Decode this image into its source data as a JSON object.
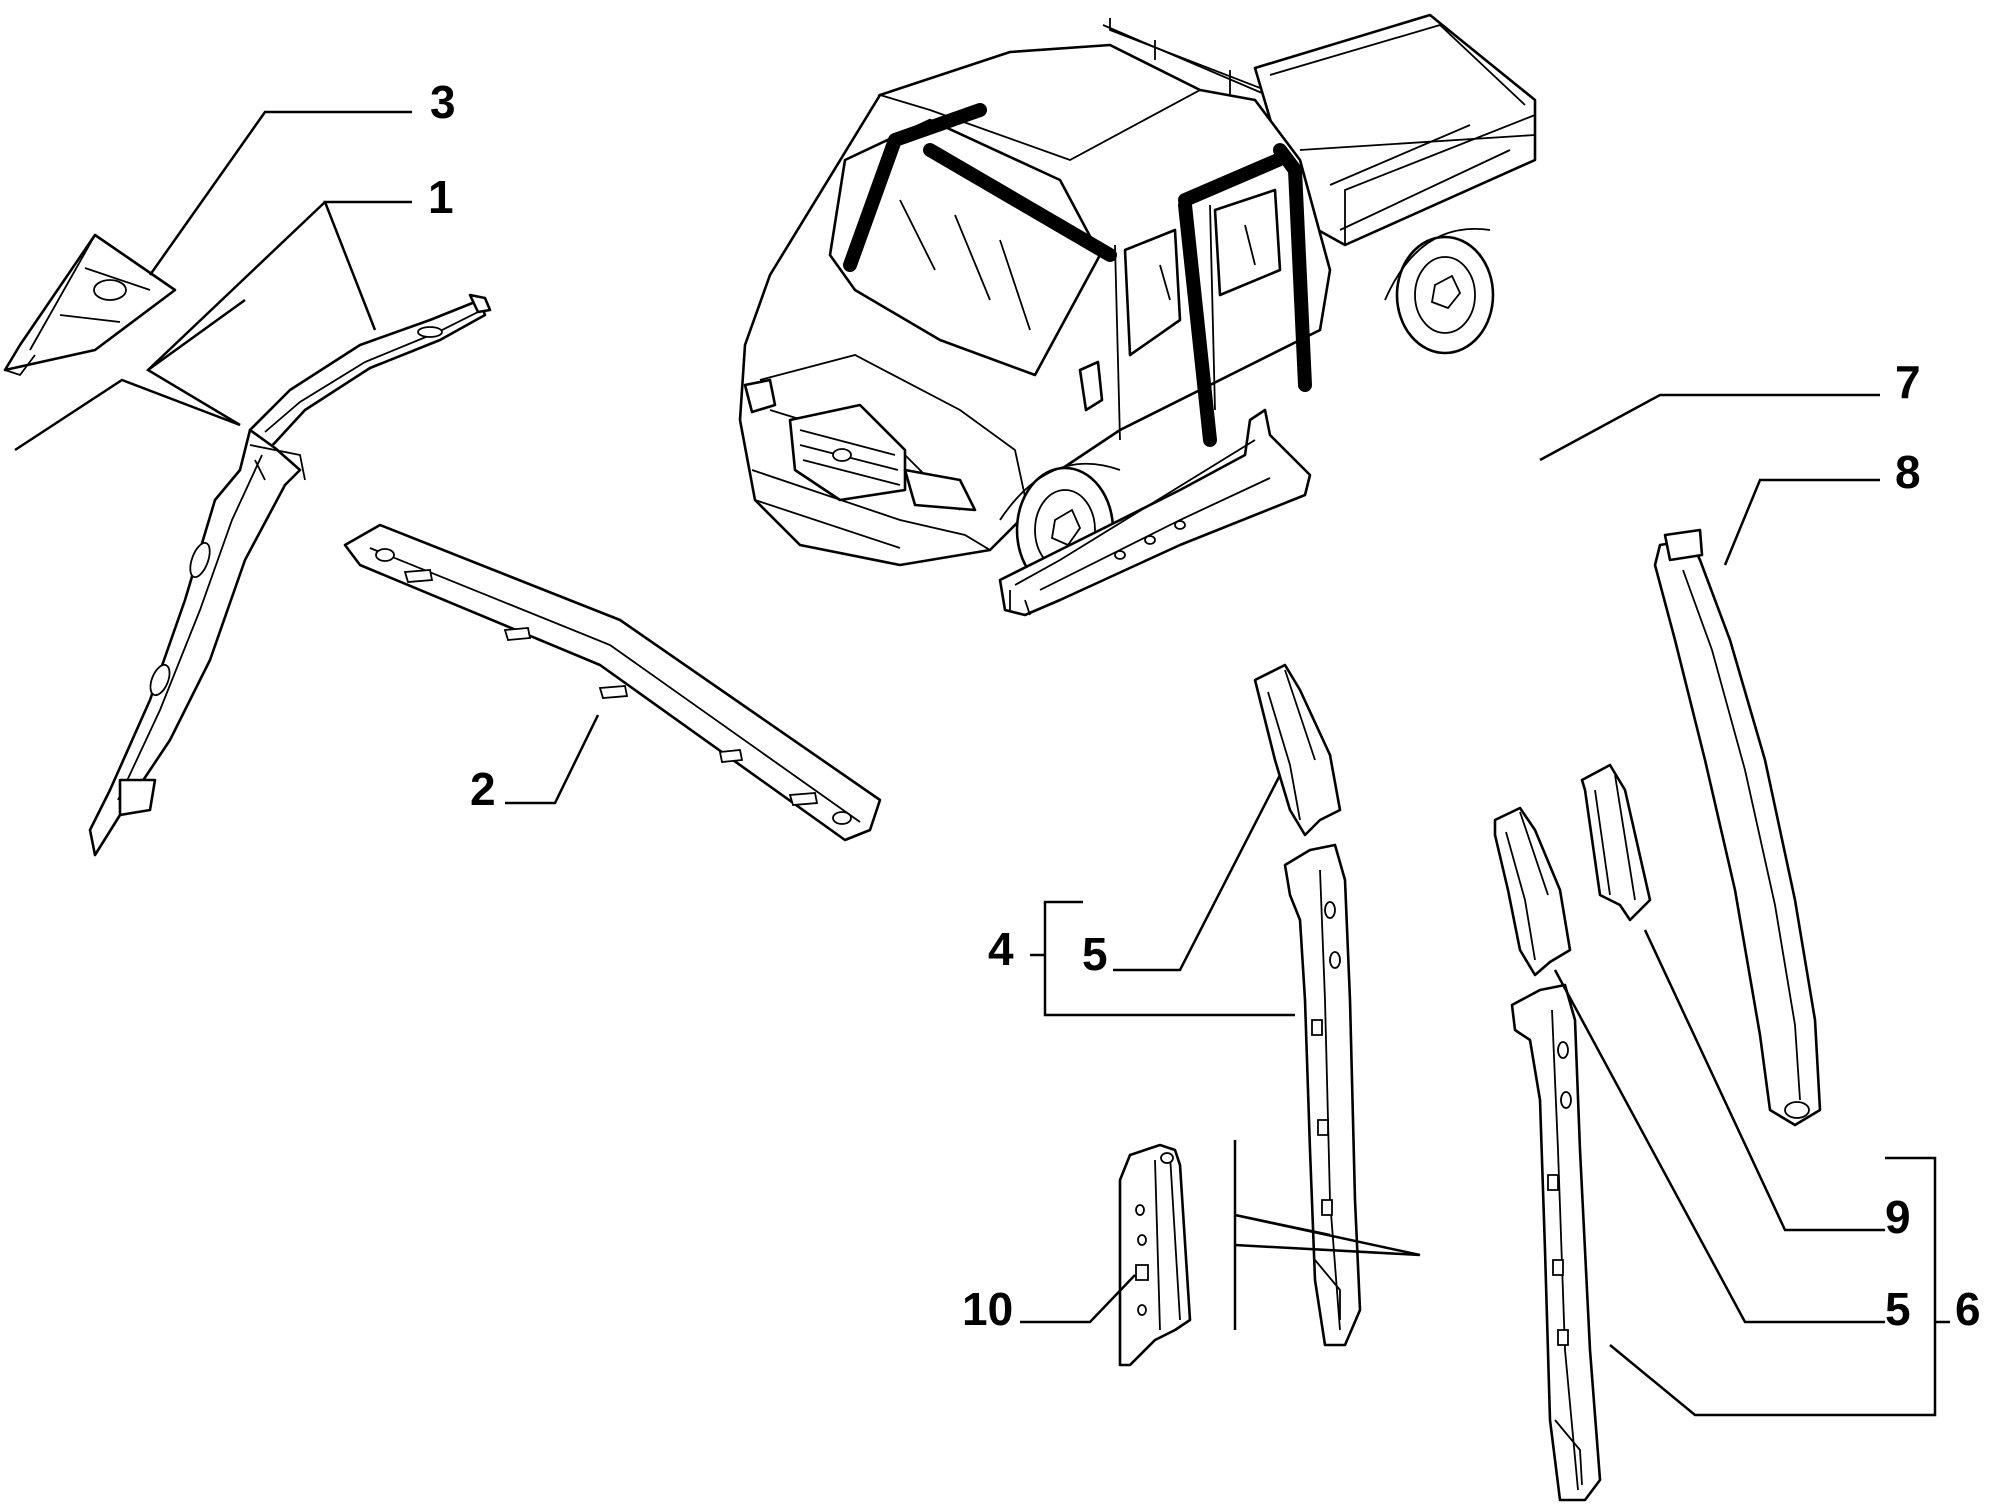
{
  "diagram": {
    "callouts": {
      "c1": "1",
      "c2": "2",
      "c3": "3",
      "c4": "4",
      "c5a": "5",
      "c5b": "5",
      "c6": "6",
      "c7": "7",
      "c8": "8",
      "c9": "9",
      "c10": "10"
    },
    "colors": {
      "line": "#000000",
      "background": "#ffffff"
    }
  }
}
